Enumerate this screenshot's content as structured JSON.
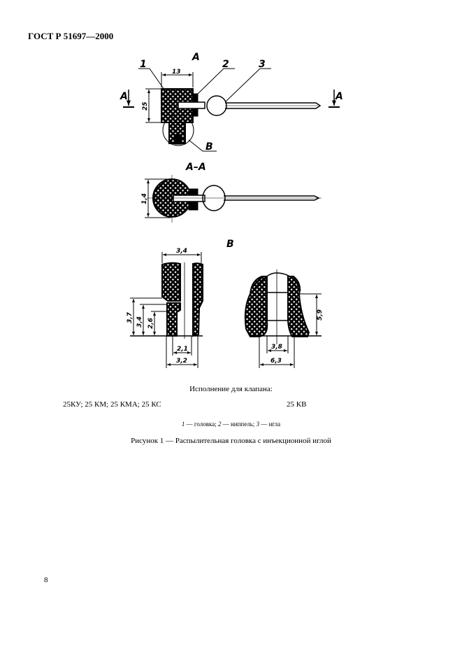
{
  "header": {
    "standard": "ГОСТ Р 51697—2000"
  },
  "figure": {
    "view_label": "A",
    "section_label": "A–A",
    "detail_label": "B",
    "section_marker": "A",
    "callouts": [
      "1",
      "2",
      "3"
    ],
    "dims_top": {
      "width": "13",
      "height": "25"
    },
    "dims_section": {
      "diameter": "1,4"
    },
    "dims_detail_left": {
      "top": "3,4",
      "h1": "3,7",
      "h2": "3,4",
      "h3": "2,6",
      "inner": "2,1",
      "outer": "3,2"
    },
    "dims_detail_right": {
      "height": "5,9",
      "inner": "3,8",
      "outer": "6,3"
    }
  },
  "variant_heading": "Исполнение для клапана:",
  "variant_left": "25КУ; 25 КМ; 25 КМА; 25 КС",
  "variant_right": "25 КВ",
  "legend": [
    {
      "num": "1",
      "text": " — головка; "
    },
    {
      "num": "2",
      "text": " — ниппель; "
    },
    {
      "num": "3",
      "text": " — игла"
    }
  ],
  "caption": "Рисунок 1 — Распылительная головка с инъекционной иглой",
  "page_number": "8"
}
